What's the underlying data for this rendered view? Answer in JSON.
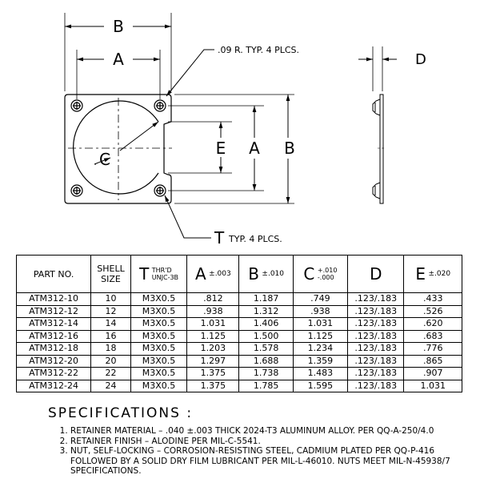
{
  "drawing": {
    "front_dims": {
      "b": "B",
      "a": "A",
      "e": "E",
      "a_vert": "A",
      "b_vert": "B",
      "c": "C"
    },
    "side_dim": "D",
    "radius_note": ".09 R. TYP. 4 PLCS.",
    "t_note": "T",
    "t_note_rest": "TYP. 4 PLCS."
  },
  "table": {
    "headers": {
      "part_no": "PART NO.",
      "shell_size_1": "SHELL",
      "shell_size_2": "SIZE",
      "t_letter": "T",
      "t_sub_1": "THR'D",
      "t_sub_2": "UNJC-3B",
      "a_letter": "A",
      "a_tol": "±.003",
      "b_letter": "B",
      "b_tol": "±.010",
      "c_letter": "C",
      "c_tol_1": "+.010",
      "c_tol_2": "-.000",
      "d_letter": "D",
      "e_letter": "E",
      "e_tol": "±.020"
    },
    "rows": [
      {
        "part": "ATM312-10",
        "shell": "10",
        "t": "M3X0.5",
        "a": ".812",
        "b": "1.187",
        "c": ".749",
        "d": ".123/.183",
        "e": ".433"
      },
      {
        "part": "ATM312-12",
        "shell": "12",
        "t": "M3X0.5",
        "a": ".938",
        "b": "1.312",
        "c": ".938",
        "d": ".123/.183",
        "e": ".526"
      },
      {
        "part": "ATM312-14",
        "shell": "14",
        "t": "M3X0.5",
        "a": "1.031",
        "b": "1.406",
        "c": "1.031",
        "d": ".123/.183",
        "e": ".620"
      },
      {
        "part": "ATM312-16",
        "shell": "16",
        "t": "M3X0.5",
        "a": "1.125",
        "b": "1.500",
        "c": "1.125",
        "d": ".123/.183",
        "e": ".683"
      },
      {
        "part": "ATM312-18",
        "shell": "18",
        "t": "M3X0.5",
        "a": "1.203",
        "b": "1.578",
        "c": "1.234",
        "d": ".123/.183",
        "e": ".776"
      },
      {
        "part": "ATM312-20",
        "shell": "20",
        "t": "M3X0.5",
        "a": "1.297",
        "b": "1.688",
        "c": "1.359",
        "d": ".123/.183",
        "e": ".865"
      },
      {
        "part": "ATM312-22",
        "shell": "22",
        "t": "M3X0.5",
        "a": "1.375",
        "b": "1.738",
        "c": "1.483",
        "d": ".123/.183",
        "e": ".907"
      },
      {
        "part": "ATM312-24",
        "shell": "24",
        "t": "M3X0.5",
        "a": "1.375",
        "b": "1.785",
        "c": "1.595",
        "d": ".123/.183",
        "e": "1.031"
      }
    ]
  },
  "specifications": {
    "title": "SPECIFICATIONS :",
    "items": [
      "RETAINER MATERIAL – .040 ±.003 THICK 2024-T3 ALUMINUM ALLOY. PER QQ-A-250/4.0",
      "RETAINER FINISH – ALODINE PER MIL-C-5541.",
      "NUT, SELF-LOCKING – CORROSION-RESISTING STEEL, CADMIUM PLATED PER QQ-P-416 FOLLOWED BY A SOLID DRY FILM LUBRICANT PER MIL-L-46010. NUTS MEET MIL-N-45938/7 SPECIFICATIONS."
    ]
  }
}
